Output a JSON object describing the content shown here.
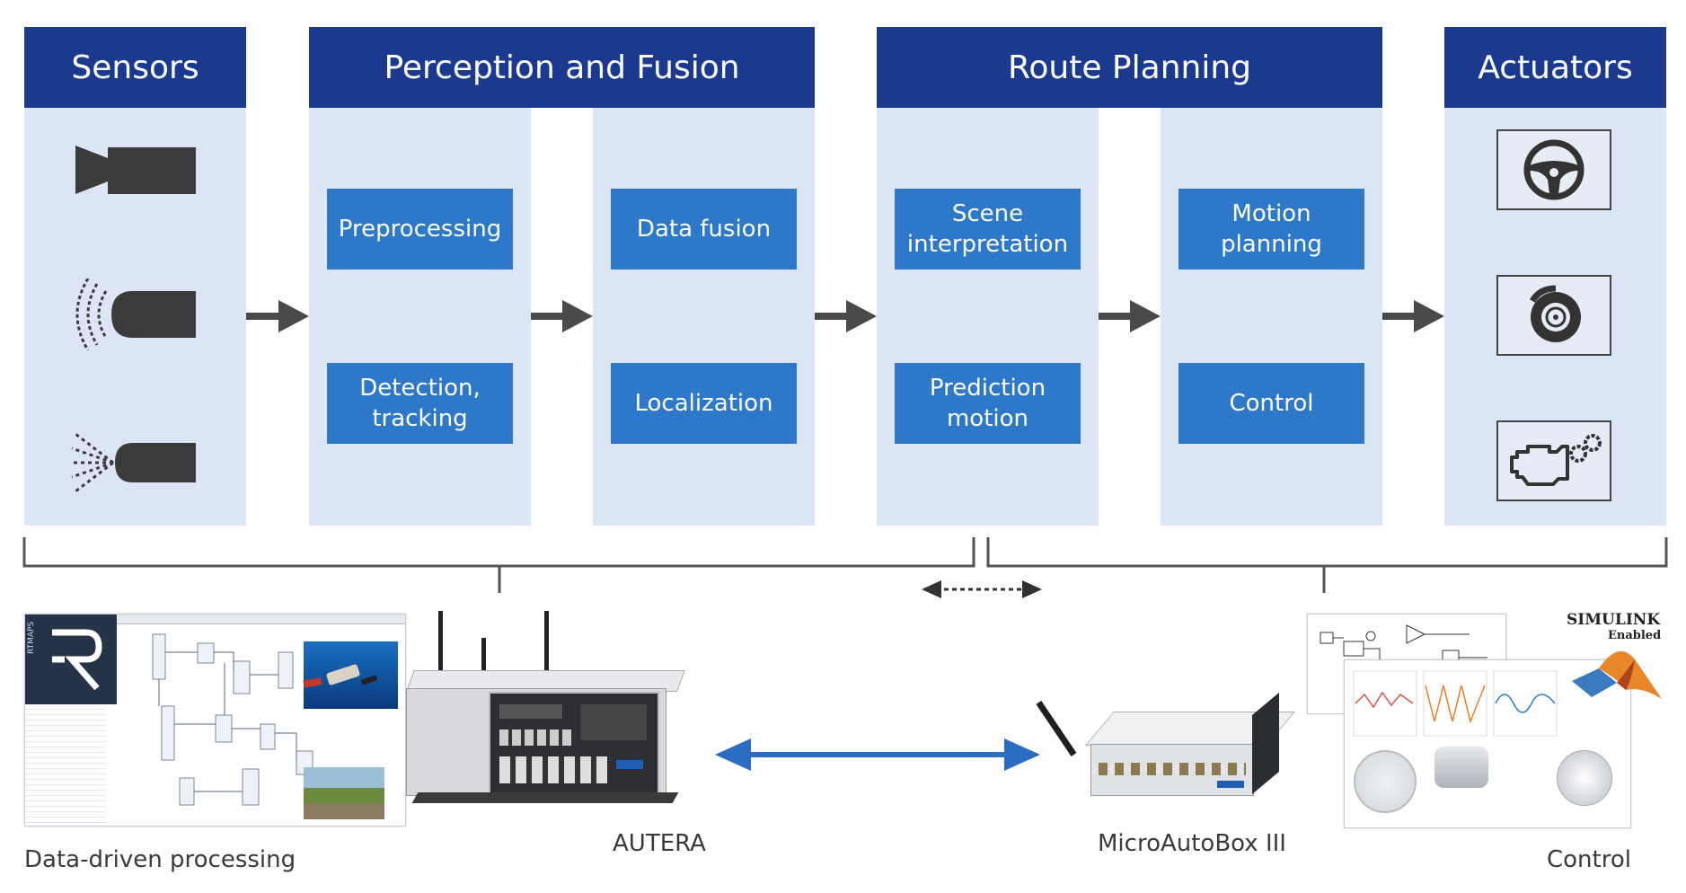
{
  "columns": {
    "sensors": {
      "title": "Sensors"
    },
    "perception": {
      "title": "Perception and Fusion"
    },
    "route": {
      "title": "Route Planning"
    },
    "actuators": {
      "title": "Actuators"
    }
  },
  "boxes": {
    "preprocessing": [
      "Preprocessing"
    ],
    "detection": [
      "Detection,",
      "tracking"
    ],
    "data_fusion": [
      "Data fusion"
    ],
    "localization": [
      "Localization"
    ],
    "scene": [
      "Scene",
      "interpretation"
    ],
    "prediction": [
      "Prediction",
      "motion"
    ],
    "motion_planning": [
      "Motion",
      "planning"
    ],
    "control": [
      "Control"
    ]
  },
  "icons": {
    "sensors": [
      "camera-icon",
      "radar-icon",
      "lidar-icon"
    ],
    "actuators": [
      "steering-wheel-icon",
      "brake-disc-icon",
      "engine-icon"
    ]
  },
  "bottom": {
    "left_caption": "Data-driven processing",
    "autera_caption": "AUTERA",
    "microautobox_caption": "MicroAutoBox III",
    "control_caption": "Control",
    "simulink_label": "SIMULINK",
    "simulink_sub": "Enabled",
    "rtmaps_logo": "RTMAPS"
  },
  "colors": {
    "header_blue": "#1b3a8f",
    "box_blue": "#2d78c8",
    "column_bg": "#dbe5f5",
    "arrow_gray": "#4a4a4a",
    "link_blue": "#2a6cc0"
  }
}
